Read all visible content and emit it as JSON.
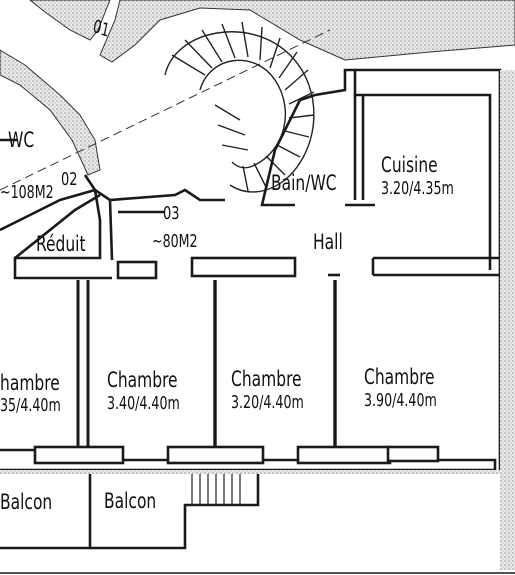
{
  "labels": {
    "top_fragment": "01",
    "wc": "WC",
    "area_left": "~108M2",
    "num_02": "02",
    "reduit": "Réduit",
    "num_03": "03",
    "area_03": "~80M2",
    "bain_wc": "Bain/WC",
    "cuisine": "Cuisine",
    "cuisine_dim": "3.20/4.35m",
    "hall": "Hall",
    "chambre_left": "hambre",
    "chambre_left_dim": "35/4.40m",
    "chambre_1": "Chambre",
    "chambre_1_dim": "3.40/4.40m",
    "chambre_2": "Chambre",
    "chambre_2_dim": "3.20/4.40m",
    "chambre_3": "Chambre",
    "chambre_3_dim": "3.90/4.40m",
    "balcon_left": "Balcon",
    "balcon_right": "Balcon"
  },
  "colors": {
    "wall": "#1a1a1a",
    "paper": "#ffffff",
    "hatch": "#bdbdbd"
  }
}
